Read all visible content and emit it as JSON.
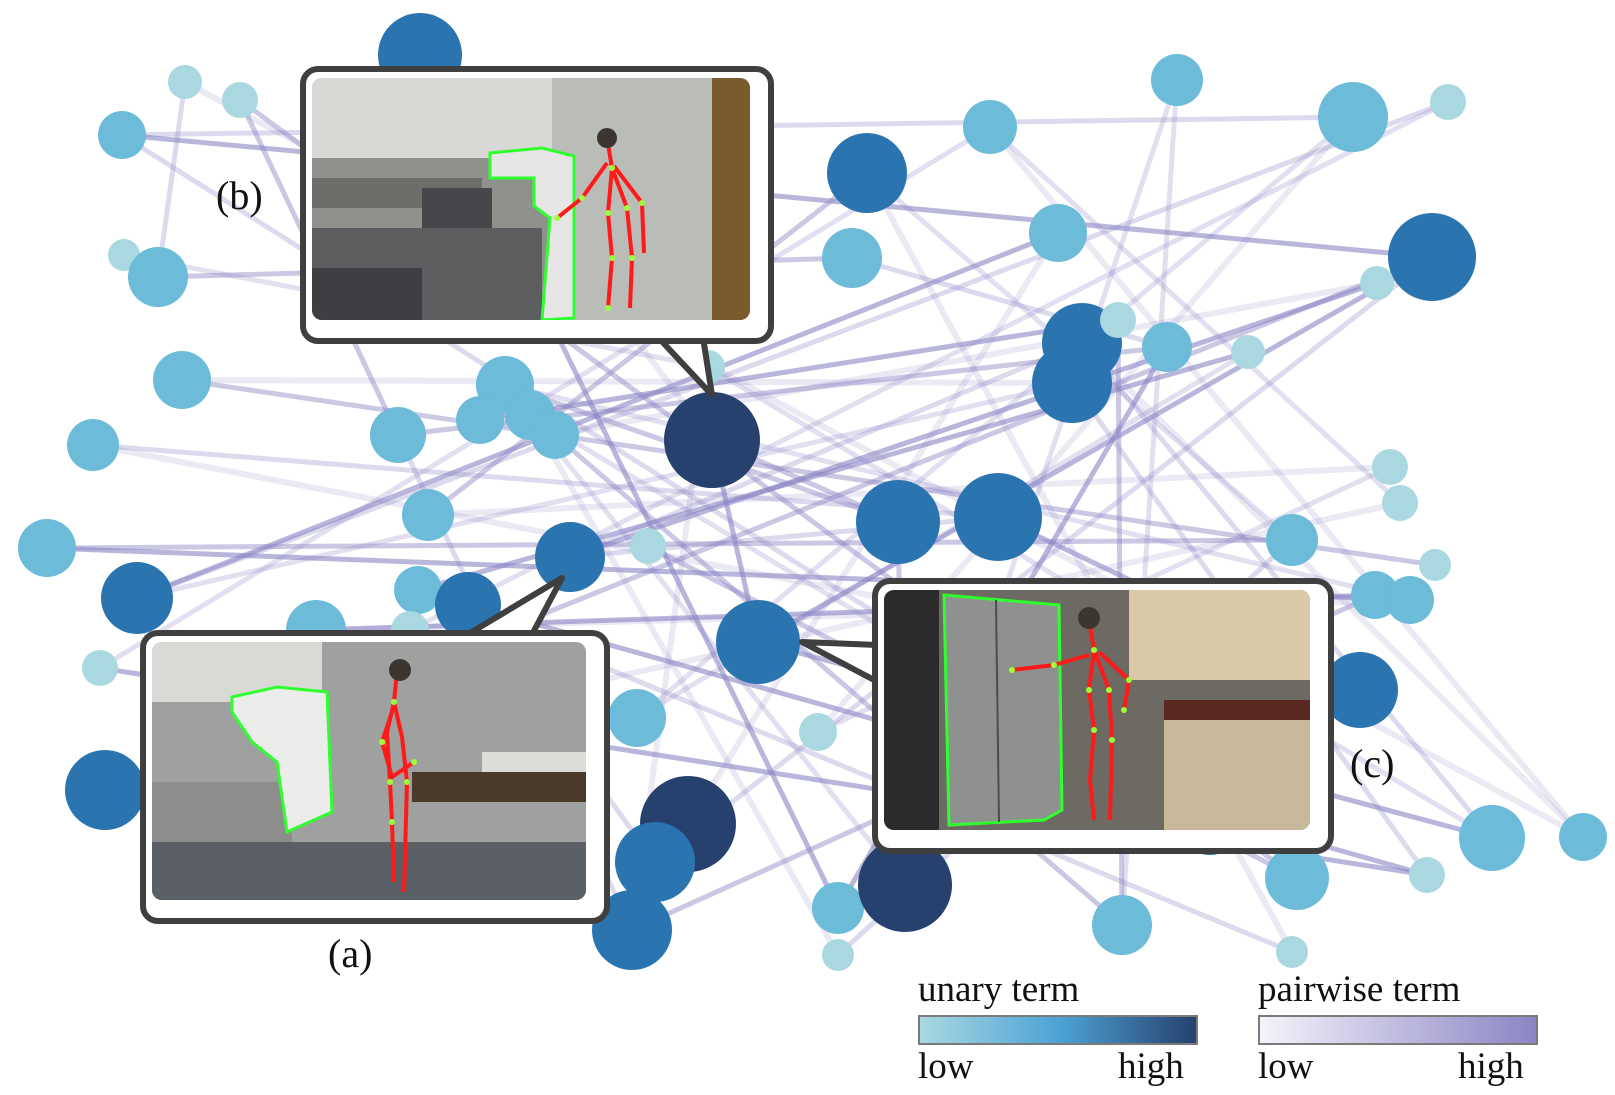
{
  "labels": {
    "a": "(a)",
    "b": "(b)",
    "c": "(c)"
  },
  "legend": {
    "unary": {
      "title": "unary term",
      "low": "low",
      "high": "high",
      "color_low": "#a9d8e0",
      "color_mid": "#4da3d6",
      "color_high": "#26416e"
    },
    "pairwise": {
      "title": "pairwise term",
      "low": "low",
      "high": "high",
      "color_low": "#f4f3fa",
      "color_high": "#8b85c4"
    }
  },
  "colors": {
    "node_light": "#a9d8e0",
    "node_mid": "#6bbbd9",
    "node_blue": "#2a74b0",
    "node_dark": "#26416e",
    "edge": "#8b85c4",
    "callout_border": "#3f3f3f",
    "mask_outline": "#2fff2f",
    "skeleton": "#ff1a1a",
    "joint": "#9cff3a"
  }
}
